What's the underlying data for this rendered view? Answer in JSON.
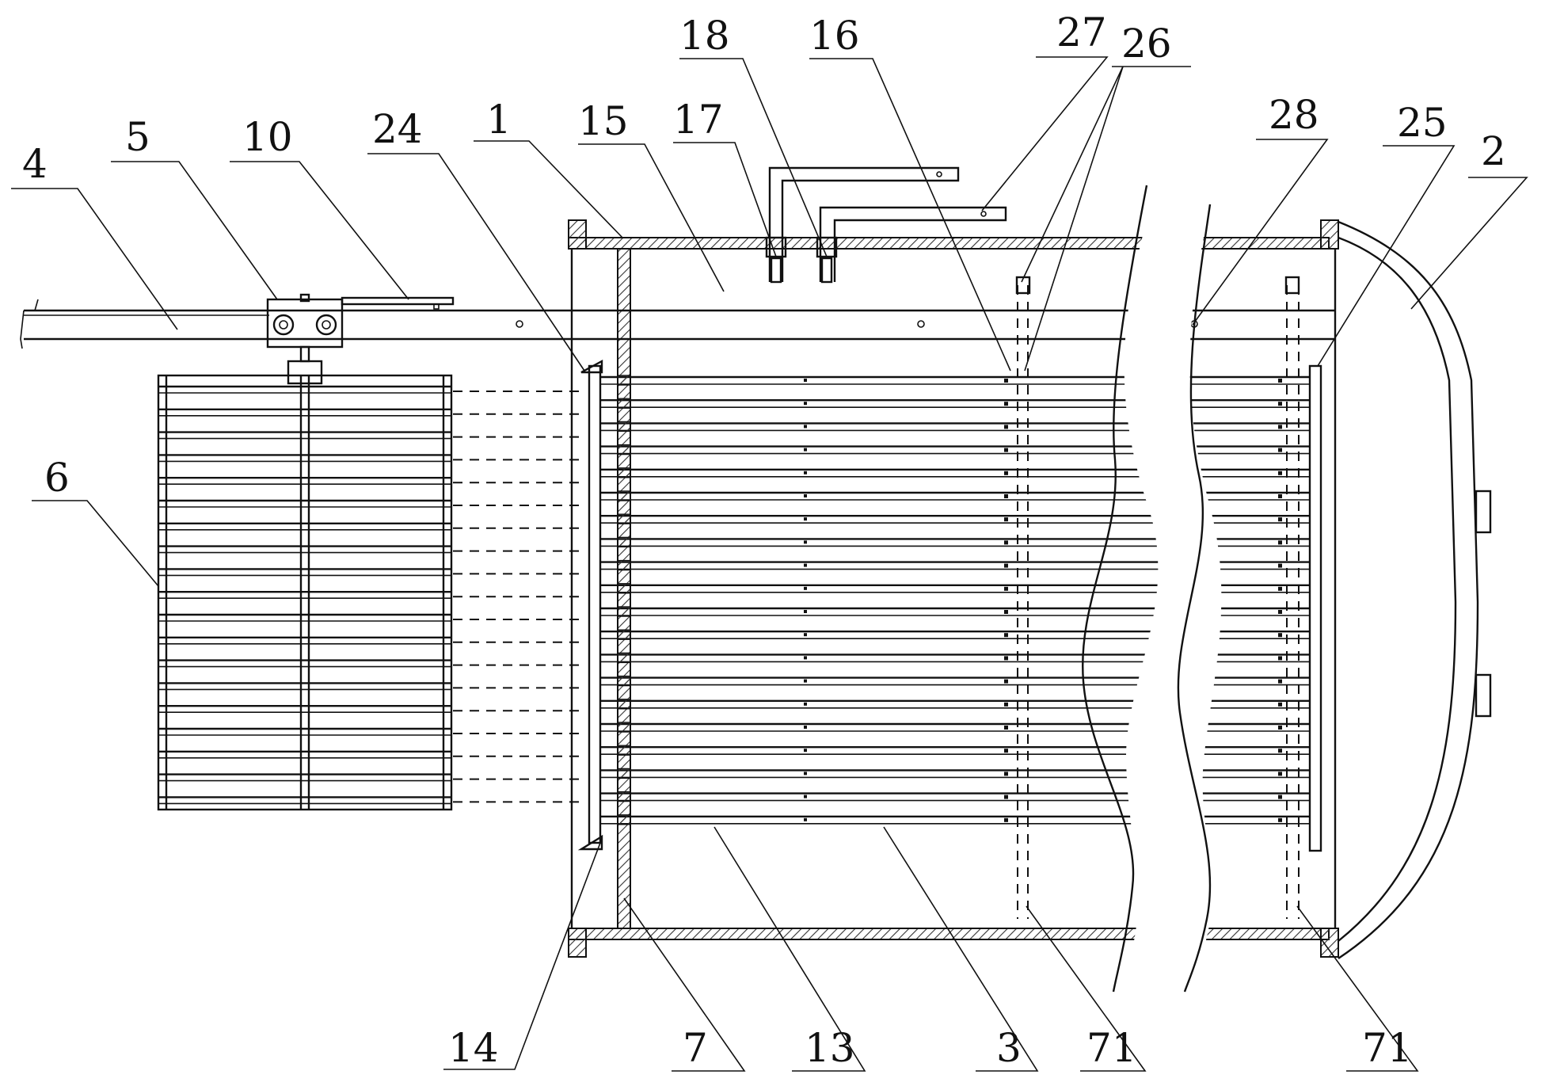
{
  "labels": {
    "l1": "1",
    "l2": "2",
    "l3": "3",
    "l4": "4",
    "l5": "5",
    "l6": "6",
    "l7": "7",
    "l10": "10",
    "l13": "13",
    "l14": "14",
    "l15": "15",
    "l16": "16",
    "l17": "17",
    "l18": "18",
    "l24": "24",
    "l25": "25",
    "l26": "26",
    "l27": "27",
    "l28": "28",
    "l71a": "71",
    "l71b": "71"
  },
  "colors": {
    "stroke": "#111111",
    "background": "#ffffff",
    "hatch": "#333333"
  }
}
